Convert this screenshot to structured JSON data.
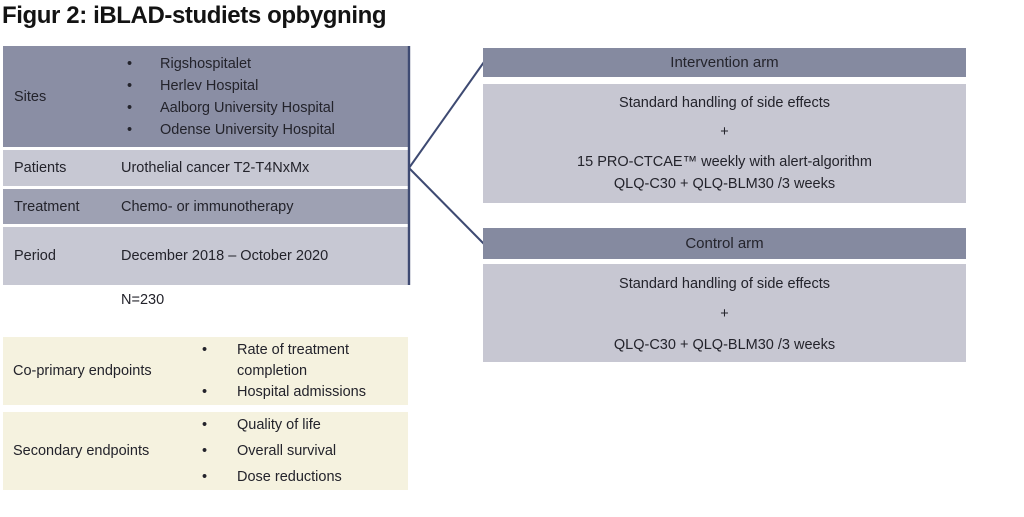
{
  "title": "Figur 2: iBLAD-studiets opbygning",
  "table": {
    "rows": [
      {
        "label": "Sites",
        "bullets": [
          "Rigshospitalet",
          "Herlev Hospital",
          "Aalborg University Hospital",
          "Odense University Hospital"
        ]
      },
      {
        "label": "Patients",
        "value": "Urothelial cancer T2-T4NxMx"
      },
      {
        "label": "Treatment",
        "value": "Chemo- or immunotherapy"
      },
      {
        "label": "Period",
        "value": "December 2018 – October 2020"
      }
    ]
  },
  "sample_size": "N=230",
  "endpoints": [
    {
      "label": "Co-primary endpoints",
      "bullets": [
        "Rate of treatment completion",
        "Hospital admissions"
      ]
    },
    {
      "label": "Secondary endpoints",
      "bullets": [
        "Quality of life",
        "Overall survival",
        "Dose reductions"
      ]
    }
  ],
  "arms": [
    {
      "title": "Intervention arm",
      "lines": [
        "Standard handling of side effects",
        "+",
        "15 PRO-CTCAE™ weekly with alert-algorithm",
        "QLQ-C30 + QLQ-BLM30 /3 weeks"
      ]
    },
    {
      "title": "Control arm",
      "lines": [
        "Standard handling of side effects",
        "+",
        "QLQ-C30 + QLQ-BLM30 /3 weeks"
      ]
    }
  ],
  "colors": {
    "row-dark": "#8A8EA4",
    "row-medium": "#9EA1B3",
    "row-light": "#C7C8D3",
    "arm-header-bg": "#858AA0",
    "arm-body-bg": "#C7C7D2",
    "endpoint-bg": "#F5F2DF",
    "connector": "#3E4A72",
    "text": "#23232B",
    "title": "#131313"
  }
}
